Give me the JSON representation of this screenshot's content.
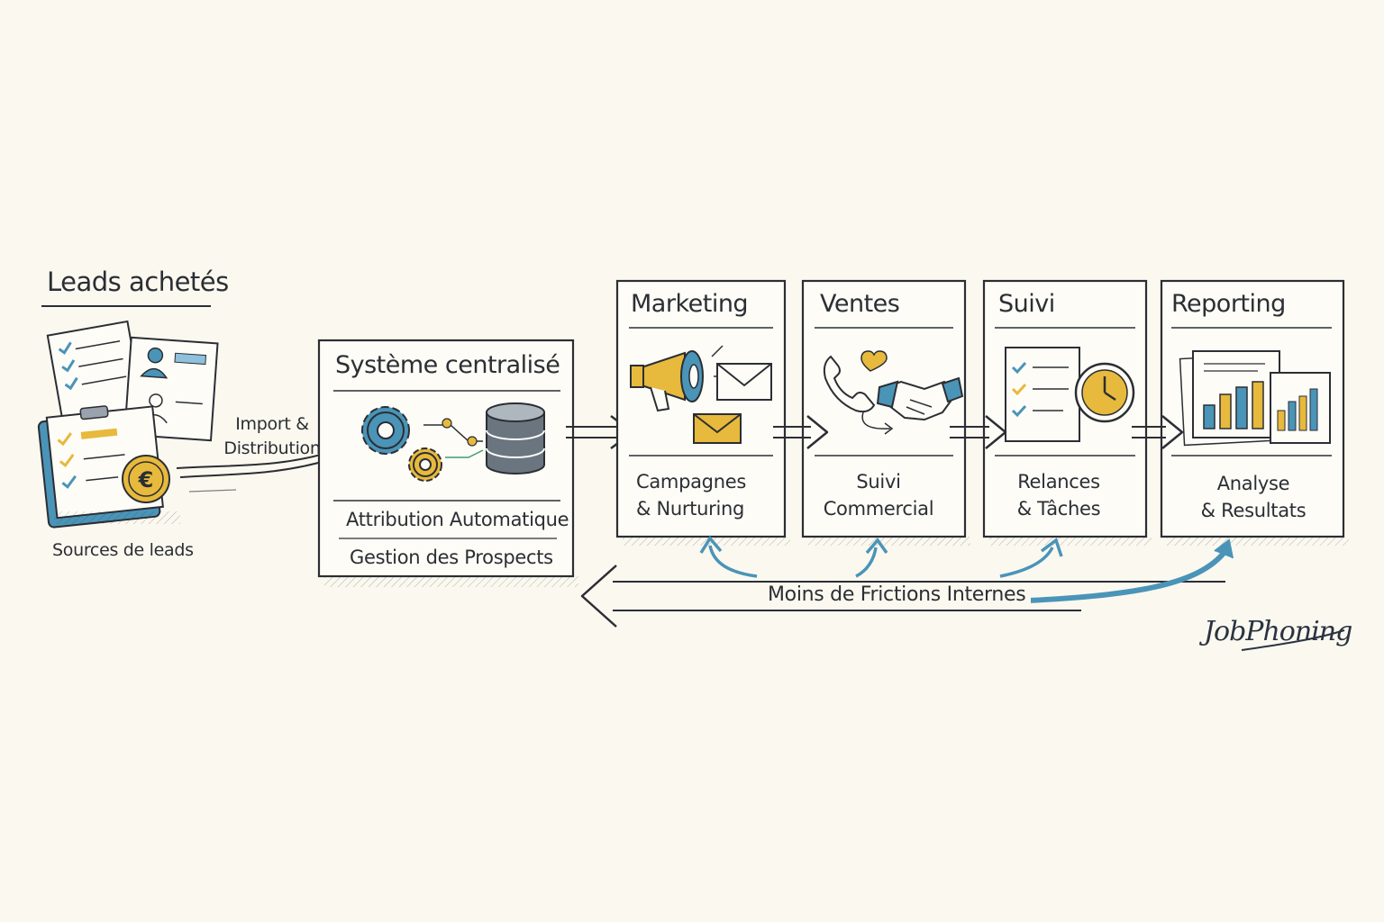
{
  "colors": {
    "ink": "#2b2e33",
    "accent_blue": "#4a94b8",
    "accent_yellow": "#e7b93c",
    "background": "#fbf8f0"
  },
  "sources": {
    "title": "Leads achetés",
    "caption": "Sources de leads",
    "icons": [
      "checklist-document-icon",
      "contact-card-icon",
      "clipboard-icon",
      "euro-coin-icon"
    ]
  },
  "import_label": [
    "Import &",
    "Distribution"
  ],
  "central": {
    "title": "Système centralisé",
    "lines": [
      "Attribution Automatique",
      "Gestion des Prospects"
    ],
    "icons": [
      "gears-icon",
      "database-icon"
    ]
  },
  "stages": [
    {
      "title": "Marketing",
      "caption": [
        "Campagnes",
        "& Nurturing"
      ],
      "icons": [
        "megaphone-icon",
        "envelope-icon"
      ]
    },
    {
      "title": "Ventes",
      "caption": [
        "Suivi",
        "Commercial"
      ],
      "icons": [
        "phone-icon",
        "handshake-icon"
      ]
    },
    {
      "title": "Suivi",
      "caption": [
        "Relances",
        "& Tâches"
      ],
      "icons": [
        "checklist-icon",
        "clock-icon"
      ]
    },
    {
      "title": "Reporting",
      "caption": [
        "Analyse",
        "& Resultats"
      ],
      "icons": [
        "bar-chart-icon"
      ]
    }
  ],
  "feedback_label": "Moins de Frictions Internes",
  "brand": "JobPhoning"
}
